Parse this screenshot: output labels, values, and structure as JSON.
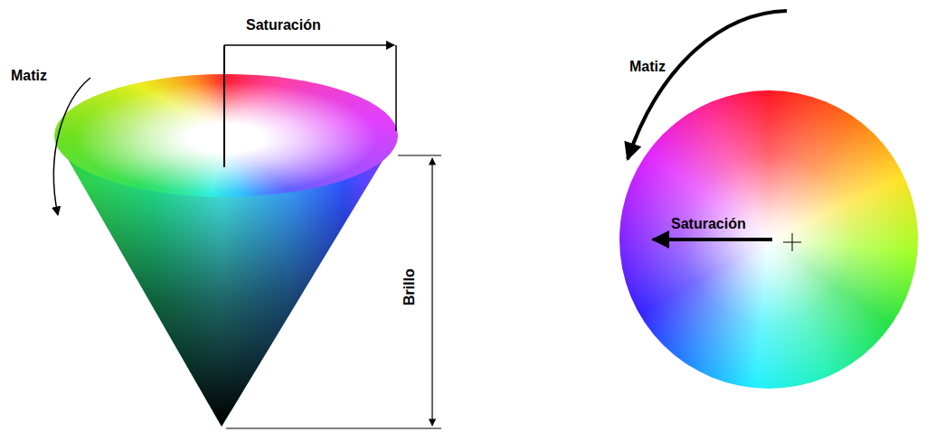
{
  "diagram": {
    "labels": [
      "Saturación",
      "Matiz",
      "Brillo",
      "Matiz",
      "Saturación"
    ]
  }
}
